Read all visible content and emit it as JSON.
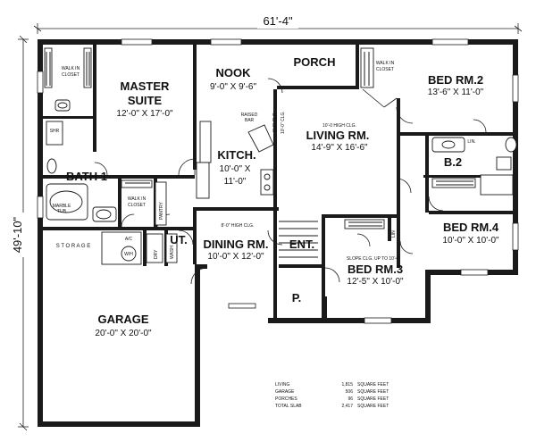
{
  "dimensions": {
    "width": "61'-4\"",
    "depth": "49'-10\""
  },
  "rooms": {
    "master_suite": {
      "name1": "MASTER",
      "name2": "SUITE",
      "size": "12'-0\" X 17'-0\""
    },
    "nook": {
      "name": "NOOK",
      "size": "9'-0\" X 9'-6\""
    },
    "porch": {
      "name": "PORCH"
    },
    "bed2": {
      "name": "BED RM.2",
      "size": "13'-6\" X 11'-0\""
    },
    "living": {
      "name": "LIVING RM.",
      "size": "14'-9\" X 16'-6\"",
      "note": "10'-0 HIGH CLG."
    },
    "kitchen": {
      "name": "KITCH.",
      "size1": "10'-0\" X",
      "size2": "11'-0\"",
      "raised_bar1": "RAISED",
      "raised_bar2": "BAR"
    },
    "bath1": {
      "name": "BATH 1",
      "shower": "SHR",
      "tub1": "MARBLE",
      "tub2": "TUB"
    },
    "b2": {
      "name": "B.2"
    },
    "bed4": {
      "name": "BED RM.4",
      "size": "10'-0\" X 10'-0\""
    },
    "dining": {
      "name": "DINING RM.",
      "size": "10'-0\" X 12'-0\"",
      "note": "8'-0\" HIGH CLG."
    },
    "utility": {
      "name": "UT."
    },
    "entry": {
      "name": "ENT."
    },
    "bed3": {
      "name": "BED RM.3",
      "size": "12'-5\" X 10'-0\"",
      "note": "SLOPE CLG. UP TO 10'-0\""
    },
    "garage": {
      "name": "GARAGE",
      "size": "20'-0\" X 20'-0\""
    },
    "porch_small": {
      "name": "P."
    }
  },
  "labels": {
    "walk_in_closet_1a": "WALK IN",
    "walk_in_closet_1b": "CLOSET",
    "walk_in_closet_2a": "WALK IN",
    "walk_in_closet_2b": "CLOSET",
    "walk_in_closet_3a": "WALK IN",
    "walk_in_closet_3b": "CLOSET",
    "pantry": "PANTRY",
    "storage": "S T O R A G E",
    "ac": "A/C",
    "wh": "W/H",
    "dry": "DRY",
    "wash": "WASH",
    "lin1": "LIN.",
    "lin2": "LIN",
    "clg_a": "8'-0\" CLG.",
    "clg_b": "10'-0\" CLG."
  },
  "areas": [
    {
      "label": "LIVING",
      "value": "1,815",
      "unit": "SQUARE FEET"
    },
    {
      "label": "GARAGE",
      "value": "506",
      "unit": "SQUARE FEET"
    },
    {
      "label": "PORCHES",
      "value": "96",
      "unit": "SQUARE FEET"
    },
    {
      "label": "TOTAL SLAB",
      "value": "2,417",
      "unit": "SQUARE FEET"
    }
  ]
}
